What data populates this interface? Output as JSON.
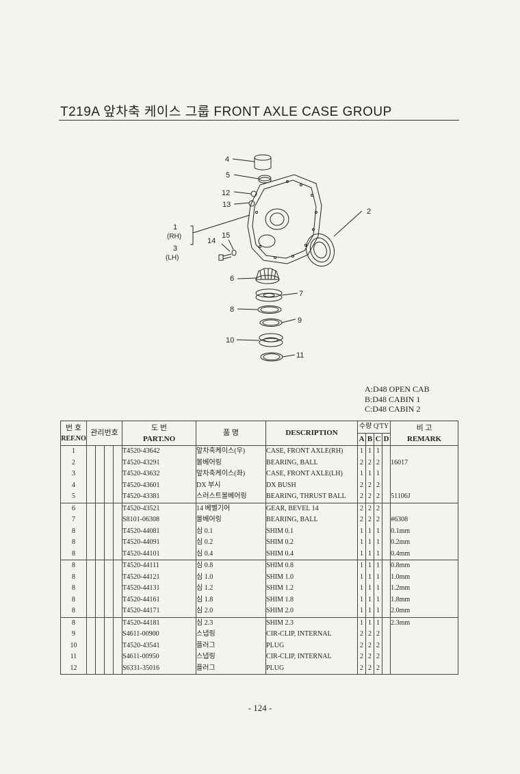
{
  "page": {
    "title": "T219A 앞차축 케이스 그룹 FRONT AXLE CASE GROUP",
    "page_number": "- 124 -"
  },
  "diagram": {
    "callouts": {
      "c1": "1",
      "c1_side": "(RH)",
      "c2": "2",
      "c3": "3",
      "c3_side": "(LH)",
      "c4": "4",
      "c5": "5",
      "c6": "6",
      "c7": "7",
      "c8": "8",
      "c9": "9",
      "c10": "10",
      "c11": "11",
      "c12": "12",
      "c13": "13",
      "c14": "14",
      "c15": "15"
    }
  },
  "legend": {
    "lines": [
      "A:D48 OPEN CAB",
      "B:D48 CABIN 1",
      "C:D48 CABIN 2"
    ]
  },
  "table": {
    "headers": {
      "ref_kr": "번 호",
      "ref_en": "REF.NO",
      "mgmt": "관리번호",
      "part_kr": "도 번",
      "part_en": "PART.NO",
      "name_kr": "품 명",
      "description": "DESCRIPTION",
      "qty": "수량 Q'TY",
      "a": "A",
      "b": "B",
      "c": "C",
      "d": "D",
      "remark_kr": "비 고",
      "remark_en": "REMARK"
    },
    "rows": [
      {
        "ref": "1",
        "part": "T4520-43642",
        "kr": "앞차축케이스(우)",
        "desc": "CASE, FRONT AXLE(RH)",
        "a": "1",
        "b": "1",
        "c": "1",
        "d": "",
        "remark": ""
      },
      {
        "ref": "2",
        "part": "T4520-43291",
        "kr": "볼베어링",
        "desc": "BEARING, BALL",
        "a": "2",
        "b": "2",
        "c": "2",
        "d": "",
        "remark": "16017"
      },
      {
        "ref": "3",
        "part": "T4520-43632",
        "kr": "앞차축케이스(좌)",
        "desc": "CASE, FRONT AXLE(LH)",
        "a": "1",
        "b": "1",
        "c": "1",
        "d": "",
        "remark": ""
      },
      {
        "ref": "4",
        "part": "T4520-43601",
        "kr": "DX 부시",
        "desc": "DX BUSH",
        "a": "2",
        "b": "2",
        "c": "2",
        "d": "",
        "remark": ""
      },
      {
        "ref": "5",
        "part": "T4520-43381",
        "kr": "스러스트볼베어링",
        "desc": "BEARING, THRUST BALL",
        "a": "2",
        "b": "2",
        "c": "2",
        "d": "",
        "remark": "51106J"
      },
      {
        "ref": "6",
        "part": "T4520-43521",
        "kr": "14 베벨기어",
        "desc": "GEAR, BEVEL 14",
        "a": "2",
        "b": "2",
        "c": "2",
        "d": "",
        "remark": ""
      },
      {
        "ref": "7",
        "part": "S8101-06308",
        "kr": "볼베어링",
        "desc": "BEARING, BALL",
        "a": "2",
        "b": "2",
        "c": "2",
        "d": "",
        "remark": "#6308"
      },
      {
        "ref": "8",
        "part": "T4520-44081",
        "kr": "심 0.1",
        "desc": "SHIM 0.1",
        "a": "1",
        "b": "1",
        "c": "1",
        "d": "",
        "remark": "0.1mm"
      },
      {
        "ref": "8",
        "part": "T4520-44091",
        "kr": "심 0.2",
        "desc": "SHIM 0.2",
        "a": "1",
        "b": "1",
        "c": "1",
        "d": "",
        "remark": "0.2mm"
      },
      {
        "ref": "8",
        "part": "T4520-44101",
        "kr": "심 0.4",
        "desc": "SHIM 0.4",
        "a": "1",
        "b": "1",
        "c": "1",
        "d": "",
        "remark": "0.4mm"
      },
      {
        "ref": "8",
        "part": "T4520-44111",
        "kr": "심 0.8",
        "desc": "SHIM 0.8",
        "a": "1",
        "b": "1",
        "c": "1",
        "d": "",
        "remark": "0.8mm"
      },
      {
        "ref": "8",
        "part": "T4520-44121",
        "kr": "심 1.0",
        "desc": "SHIM 1.0",
        "a": "1",
        "b": "1",
        "c": "1",
        "d": "",
        "remark": "1.0mm"
      },
      {
        "ref": "8",
        "part": "T4520-44131",
        "kr": "심 1.2",
        "desc": "SHIM 1.2",
        "a": "1",
        "b": "1",
        "c": "1",
        "d": "",
        "remark": "1.2mm"
      },
      {
        "ref": "8",
        "part": "T4520-44161",
        "kr": "심 1.8",
        "desc": "SHIM 1.8",
        "a": "1",
        "b": "1",
        "c": "1",
        "d": "",
        "remark": "1.8mm"
      },
      {
        "ref": "8",
        "part": "T4520-44171",
        "kr": "심 2.0",
        "desc": "SHIM 2.0",
        "a": "1",
        "b": "1",
        "c": "1",
        "d": "",
        "remark": "2.0mm"
      },
      {
        "ref": "8",
        "part": "T4520-44181",
        "kr": "심 2.3",
        "desc": "SHIM 2.3",
        "a": "1",
        "b": "1",
        "c": "1",
        "d": "",
        "remark": "2.3mm"
      },
      {
        "ref": "9",
        "part": "S4611-00900",
        "kr": "스냅링",
        "desc": "CIR-CLIP, INTERNAL",
        "a": "2",
        "b": "2",
        "c": "2",
        "d": "",
        "remark": ""
      },
      {
        "ref": "10",
        "part": "T4520-43541",
        "kr": "플러그",
        "desc": "PLUG",
        "a": "2",
        "b": "2",
        "c": "2",
        "d": "",
        "remark": ""
      },
      {
        "ref": "11",
        "part": "S4611-00950",
        "kr": "스냅링",
        "desc": "CIR-CLIP, INTERNAL",
        "a": "2",
        "b": "2",
        "c": "2",
        "d": "",
        "remark": ""
      },
      {
        "ref": "12",
        "part": "S6331-35016",
        "kr": "플러그",
        "desc": "PLUG",
        "a": "2",
        "b": "2",
        "c": "2",
        "d": "",
        "remark": ""
      }
    ]
  }
}
